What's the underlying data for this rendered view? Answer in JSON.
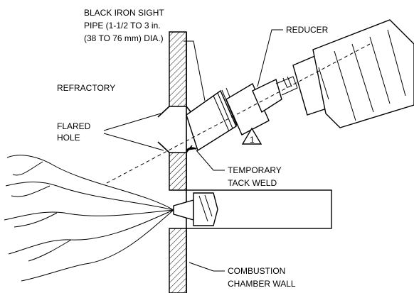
{
  "labels": {
    "sight_pipe": [
      "BLACK IRON SIGHT",
      "PIPE (1-1/2 TO 3 in.",
      "(38 TO 76 mm) DIA.)"
    ],
    "reducer": "REDUCER",
    "refractory": "REFRACTORY",
    "flared_hole": [
      "FLARED",
      "HOLE"
    ],
    "callout": "1",
    "tack_weld": [
      "TEMPORARY",
      "TACK WELD"
    ],
    "chamber_wall": [
      "COMBUSTION",
      "CHAMBER WALL"
    ]
  },
  "colors": {
    "ink": "#000000",
    "paper": "#ffffff"
  }
}
